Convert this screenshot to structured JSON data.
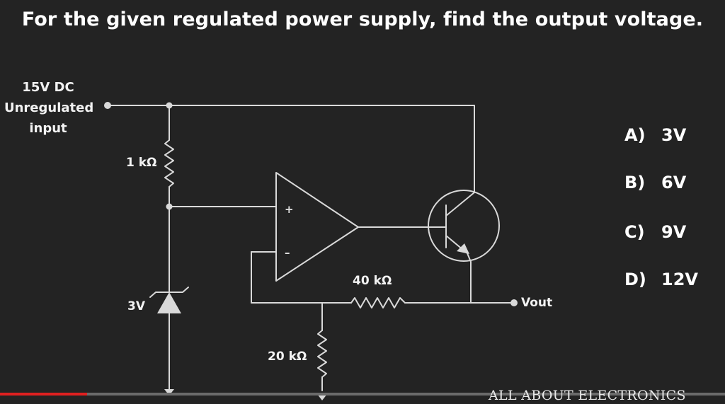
{
  "title": "For the given regulated power supply, find the output voltage.",
  "diagram": {
    "input_label": [
      "15V DC",
      "Unregulated",
      "input"
    ],
    "r_top": "1 kΩ",
    "zener": "3V",
    "r_feedback": "40 kΩ",
    "r_ground": "20 kΩ",
    "output": "Vout",
    "opamp_plus": "+",
    "opamp_minus": "–"
  },
  "options": [
    {
      "letter": "A)",
      "value": "3V"
    },
    {
      "letter": "B)",
      "value": "6V"
    },
    {
      "letter": "C)",
      "value": "9V"
    },
    {
      "letter": "D)",
      "value": "12V"
    }
  ],
  "brand": "ALL ABOUT ELECTRONICS",
  "player": {
    "progress_fraction": 0.12,
    "accent_color": "#e02020"
  }
}
